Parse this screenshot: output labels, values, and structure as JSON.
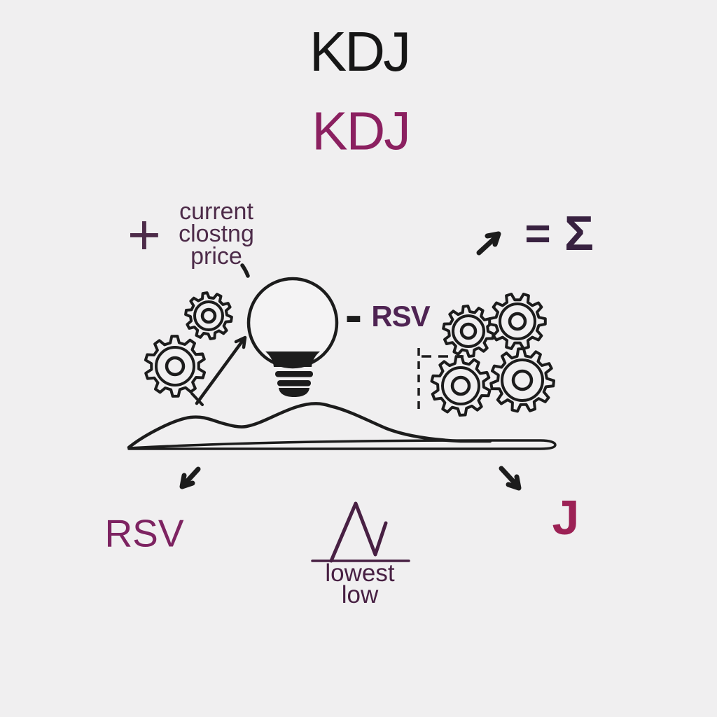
{
  "colors": {
    "background": "#f0eff0",
    "ink": "#1c1c1c",
    "title_black": "#161616",
    "kdj_purple": "#8b2060",
    "note_purple": "#4d2b49",
    "rsv_mid_purple": "#4f2453",
    "sigma_purple": "#382140",
    "rsv_bottom_magenta": "#7d2361",
    "lowest_purple": "#482043",
    "j_magenta": "#9c2155"
  },
  "title": {
    "main": "KDJ",
    "accent": "KDJ"
  },
  "formula": {
    "plus_sign": "+",
    "note": {
      "line1": "current",
      "line2": "clostng",
      "line3": "price"
    },
    "minus_sign": "-",
    "rsv_label": "RSV",
    "equals_sign": "=",
    "sigma_symbol": "Σ",
    "rsv_result_label": "RSV",
    "lowest_low": {
      "line1": "lowest",
      "line2": "low"
    },
    "j_label": "J"
  },
  "icons": {
    "lightbulb": "lightbulb-icon",
    "left_gears": "gears-icon",
    "right_gears": "gears-icon",
    "trend_arrow_left": "arrow-up-right-icon",
    "trend_arrow_top": "arrow-up-right-icon",
    "arrow_down_left": "arrow-down-left-icon",
    "arrow_down_right": "arrow-down-right-icon",
    "terrain": "mountain-curve",
    "pencil_tick": "tick-mark-icon"
  }
}
